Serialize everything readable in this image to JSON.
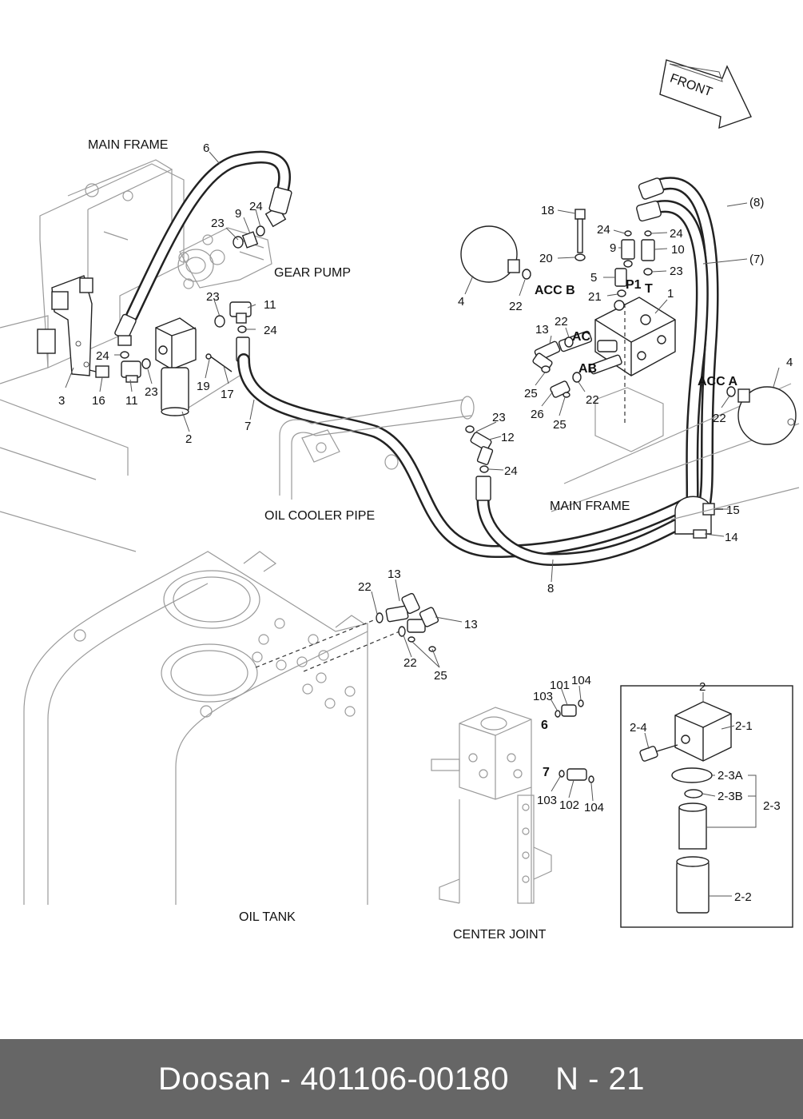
{
  "front_arrow": {
    "label": "FRONT"
  },
  "captions": {
    "main_frame_left": "MAIN FRAME",
    "gear_pump": "GEAR PUMP",
    "oil_cooler_pipe": "OIL COOLER PIPE",
    "main_frame_right": "MAIN FRAME",
    "oil_tank": "OIL TANK",
    "center_joint": "CENTER JOINT"
  },
  "port_labels": {
    "acc_b": "ACC B",
    "acc_a": "ACC A",
    "p1": "P1",
    "t": "T",
    "ac": "AC",
    "ab": "AB"
  },
  "callouts": {
    "c6_top": "6",
    "c9_left": "9",
    "c23_pump": "23",
    "c24_pump": "24",
    "c23_filter": "23",
    "c11_top": "11",
    "c24_filter": "24",
    "c24_left": "24",
    "c3": "3",
    "c16": "16",
    "c11_bottom": "11",
    "c23_bottom": "23",
    "c19": "19",
    "c17": "17",
    "c2_filter": "2",
    "c7_hose": "7",
    "c18": "18",
    "c20": "20",
    "c4_left": "4",
    "c22_accb": "22",
    "c24_valve": "24",
    "c24_valve_r": "24",
    "c9_valve": "9",
    "c10": "10",
    "c23_valve": "23",
    "c5": "5",
    "c21": "21",
    "c1": "1",
    "c8_paren": "(8)",
    "c7_paren": "(7)",
    "c13_valve": "13",
    "c22_ac": "22",
    "c25_valve": "25",
    "c26": "26",
    "c22_ab": "22",
    "c25_valve_b": "25",
    "c23_cooler": "23",
    "c12": "12",
    "c24_cooler": "24",
    "c4_right": "4",
    "c22_acca": "22",
    "c15": "15",
    "c14": "14",
    "c8_hose": "8",
    "c22_tank": "22",
    "c13_tank_top": "13",
    "c13_tank_r": "13",
    "c22_tank_b": "22",
    "c25_tank": "25",
    "c101": "101",
    "c104_top": "104",
    "c103_top": "103",
    "c6_cj": "6",
    "c7_cj": "7",
    "c103_bottom": "103",
    "c102": "102",
    "c104_bottom": "104"
  },
  "inset": {
    "title": "2",
    "labels": {
      "l2_1": "2-1",
      "l2_4": "2-4",
      "l2_3a": "2-3A",
      "l2_3b": "2-3B",
      "l2_3": "2-3",
      "l2_2": "2-2"
    }
  },
  "footer": {
    "brand": "Doosan",
    "separator": "-",
    "part_number": "401106-00180",
    "page_ref": "N - 21"
  }
}
